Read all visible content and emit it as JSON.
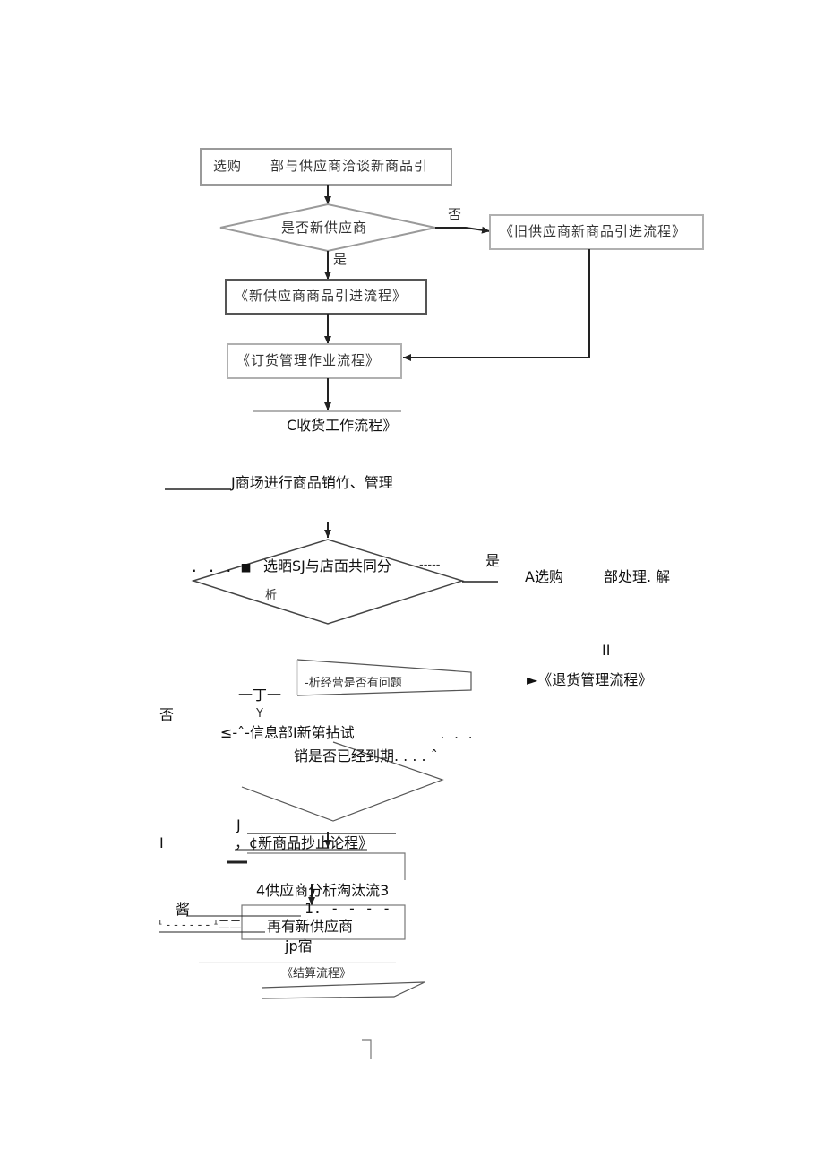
{
  "upper_flow": {
    "box_negotiate": "选购　　部与供应商洽谈新商品引",
    "decision_new_supplier": "是否新供应商",
    "label_no": "否",
    "label_yes": "是",
    "box_old_supplier": "《旧供应商新商品引进流程》",
    "box_new_supplier": "《新供应商商品引进流程》",
    "box_order": "《订货管理作业流程》",
    "receive": "C收货工作流程》"
  },
  "lower_flow": {
    "sell_manage": "J商场进行商品销竹、管理",
    "diamond1_prefix": ". . . ■",
    "diamond1_text": "选晒SJ与店面共同分",
    "diamond1_dash": "-----",
    "diamond1_yes": "是",
    "diamond1_tail": "析",
    "purchase_dept": "A选购",
    "dept_handle": "部处理. 解",
    "roman_ii": "II",
    "diamond2_text": "-析经营是否有问题",
    "return_flow": "►《退货管理流程》",
    "dingyi": "一丁一",
    "fou": "否",
    "y": "Y",
    "info_dept": "≤-ˆ-信息部I新第拈试",
    "dots1": ". . .",
    "expired": "销是否已经到期. . . . ˆ",
    "j_mark": "J",
    "new_goods": "，¢新商品抄止论程》",
    "i_mark": "I",
    "eliminate": "4供应商分析淘汰流3",
    "jiang": "酱",
    "one_dash": "1. - - - -",
    "left_dashes": "¹ - - - - - - ¹二二",
    "new_supplier_again": "再有新供应商",
    "jp": "jp宿",
    "settlement": "《结算流程》"
  }
}
